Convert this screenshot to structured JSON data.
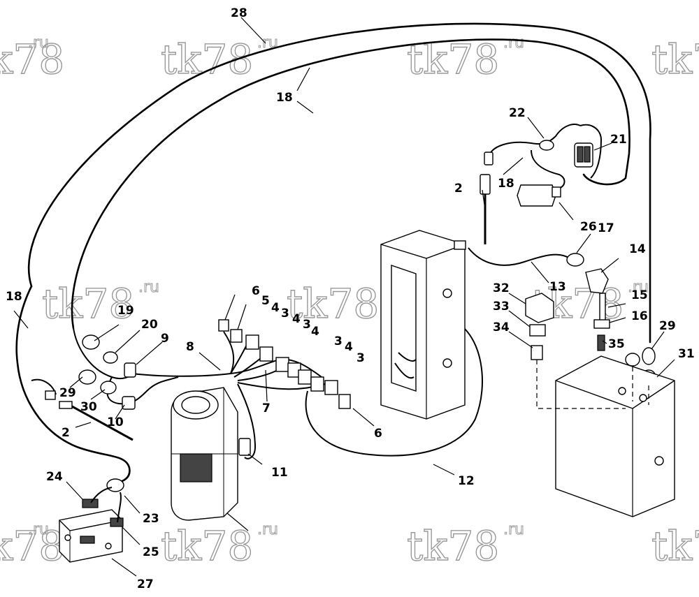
{
  "watermark": {
    "text": "tk78",
    "suffix": ".ru"
  },
  "callouts": {
    "c2a": "2",
    "c2b": "2",
    "c3a": "3",
    "c3b": "3",
    "c3c": "3",
    "c3d": "3",
    "c4a": "4",
    "c4b": "4",
    "c4c": "4",
    "c4d": "4",
    "c5": "5",
    "c6a": "6",
    "c6b": "6",
    "c7": "7",
    "c8": "8",
    "c9": "9",
    "c10": "10",
    "c11": "11",
    "c12": "12",
    "c13": "13",
    "c14": "14",
    "c15": "15",
    "c16": "16",
    "c17": "17",
    "c18a": "18",
    "c18b": "18",
    "c18c": "18",
    "c19": "19",
    "c20": "20",
    "c21": "21",
    "c22": "22",
    "c23": "23",
    "c24": "24",
    "c25": "25",
    "c26": "26",
    "c27": "27",
    "c28": "28",
    "c29a": "29",
    "c29b": "29",
    "c30": "30",
    "c31": "31",
    "c32": "32",
    "c33": "33",
    "c34": "34",
    "c35": "35"
  }
}
